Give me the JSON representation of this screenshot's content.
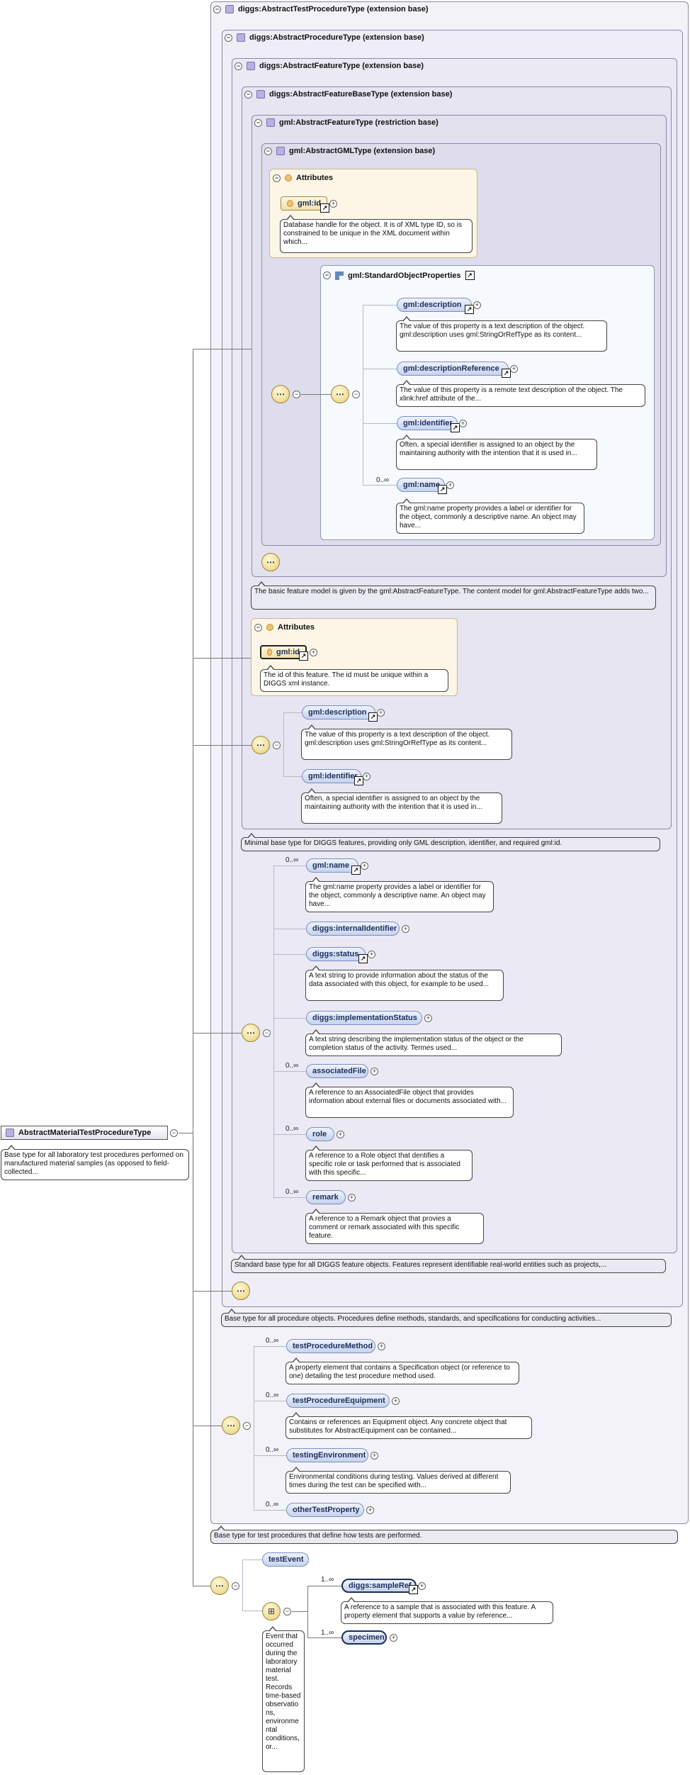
{
  "frames": {
    "f1": "diggs:AbstractTestProcedureType (extension base)",
    "f2": "diggs:AbstractProcedureType (extension base)",
    "f3": "diggs:AbstractFeatureType (extension base)",
    "f4": "diggs:AbstractFeatureBaseType (extension base)",
    "f5": "gml:AbstractFeatureType (restriction base)",
    "f6": "gml:AbstractGMLType (extension base)"
  },
  "attributes_label": "Attributes",
  "group_label": "gml:StandardObjectProperties",
  "gml_attrs": {
    "id_label": "gml:id",
    "id_note": "Database handle for the object. It is of XML type ID, so is constrained to be unique in the XML document within which..."
  },
  "standard_props": [
    {
      "label": "gml:description",
      "occ": "",
      "note": "The value of this property is a text description of the object. gml:description uses gml:StringOrRefType as its content..."
    },
    {
      "label": "gml:descriptionReference",
      "occ": "",
      "note": "The value of this property is a remote text description of the object. The xlink:href attribute of the..."
    },
    {
      "label": "gml:identifier",
      "occ": "",
      "note": "Often, a special identifier is assigned to an object by the maintaining authority with the intention that it is used in..."
    },
    {
      "label": "gml:name",
      "occ": "0..∞",
      "note": "The gml:name property provides a label or identifier for the object, commonly a descriptive name. An object may have..."
    }
  ],
  "gml_feature_note": "The basic feature model is given by the gml:AbstractFeatureType. The content model for gml:AbstractFeatureType adds two...",
  "feature_base_attrs": {
    "id_label": "gml:id",
    "id_note": "The id of this feature. The id must be unique within a DIGGS xml instance."
  },
  "feature_base_elems": [
    {
      "label": "gml:description",
      "note": "The value of this property is a text description of the object. gml:description uses gml:StringOrRefType as its content..."
    },
    {
      "label": "gml:identifier",
      "note": "Often, a special identifier is assigned to an object by the maintaining authority with the intention that it is used in..."
    }
  ],
  "feature_base_note": "Minimal base type for DIGGS features, providing only GML description, identifier, and required gml:id.",
  "feature_elems": [
    {
      "label": "gml:name",
      "occ": "0..∞",
      "note": "The gml:name property provides a label or identifier for the object, commonly a descriptive name. An object may have..."
    },
    {
      "label": "diggs:internalIdentifier",
      "occ": "",
      "note": ""
    },
    {
      "label": "diggs:status",
      "occ": "",
      "note": "A text string to provide information about the status of the data associated with this object, for example to be used..."
    },
    {
      "label": "diggs:implementationStatus",
      "occ": "",
      "note": "A text string describing the implementation status of the object or the completion status of the activity. Termes used..."
    },
    {
      "label": "associatedFile",
      "occ": "0..∞",
      "note": "A reference to an AssociatedFile object that provides information about external files or documents associated with..."
    },
    {
      "label": "role",
      "occ": "0..∞",
      "note": "A reference to a Role object that dentifies a specific role or task performed that is associated with this specific..."
    },
    {
      "label": "remark",
      "occ": "0..∞",
      "note": "A reference to a Remark object that provies a comment or remark associated with this specific feature."
    }
  ],
  "feature_note": "Standard base type for all DIGGS feature objects. Features represent identifiable real-world entities such as projects,...",
  "procedure_note": "Base type for all procedure objects. Procedures define methods, standards, and specifications for conducting activities...",
  "test_proc_elems": [
    {
      "label": "testProcedureMethod",
      "occ": "0..∞",
      "note": "A property element that contains a Specification object (or reference to one) detailing the test procedure method used."
    },
    {
      "label": "testProcedureEquipment",
      "occ": "0..∞",
      "note": "Contains or references an Equipment object. Any concrete object that substitutes for AbstractEquipment can be contained..."
    },
    {
      "label": "testingEnvironment",
      "occ": "0..∞",
      "note": "Environmental conditions during testing. Values derived at different times during the test can be specified with..."
    },
    {
      "label": "otherTestProperty",
      "occ": "0..∞",
      "note": ""
    }
  ],
  "test_proc_note": "Base type for test procedures that define how tests are performed.",
  "root": {
    "label": "AbstractMaterialTestProcedureType",
    "note": "Base type for all laboratory test procedures performed on manufactured material samples (as opposed to field-collected..."
  },
  "test_event": {
    "label": "testEvent",
    "note": "Event that occurred during the laboratory material test. Records time-based observations, environmental conditions, or..."
  },
  "choice_elems": [
    {
      "label": "diggs:sampleRef",
      "occ": "1..∞",
      "note": "A reference to a sample that is associated with this feature. A property element that supports a value by reference..."
    },
    {
      "label": "specimen",
      "occ": "1..∞",
      "note": ""
    }
  ],
  "colors": {
    "frame_bg": "#efedf6",
    "pill": "#c5d3ee",
    "attr": "#fdf6e6",
    "note_grey": "#eaeaf2"
  },
  "icons": [
    "collapse-toggle-icon",
    "class-type-icon",
    "attribute-icon",
    "sequence-compositor-icon",
    "choice-compositor-icon",
    "element-reference-arrow-icon",
    "group-icon"
  ]
}
